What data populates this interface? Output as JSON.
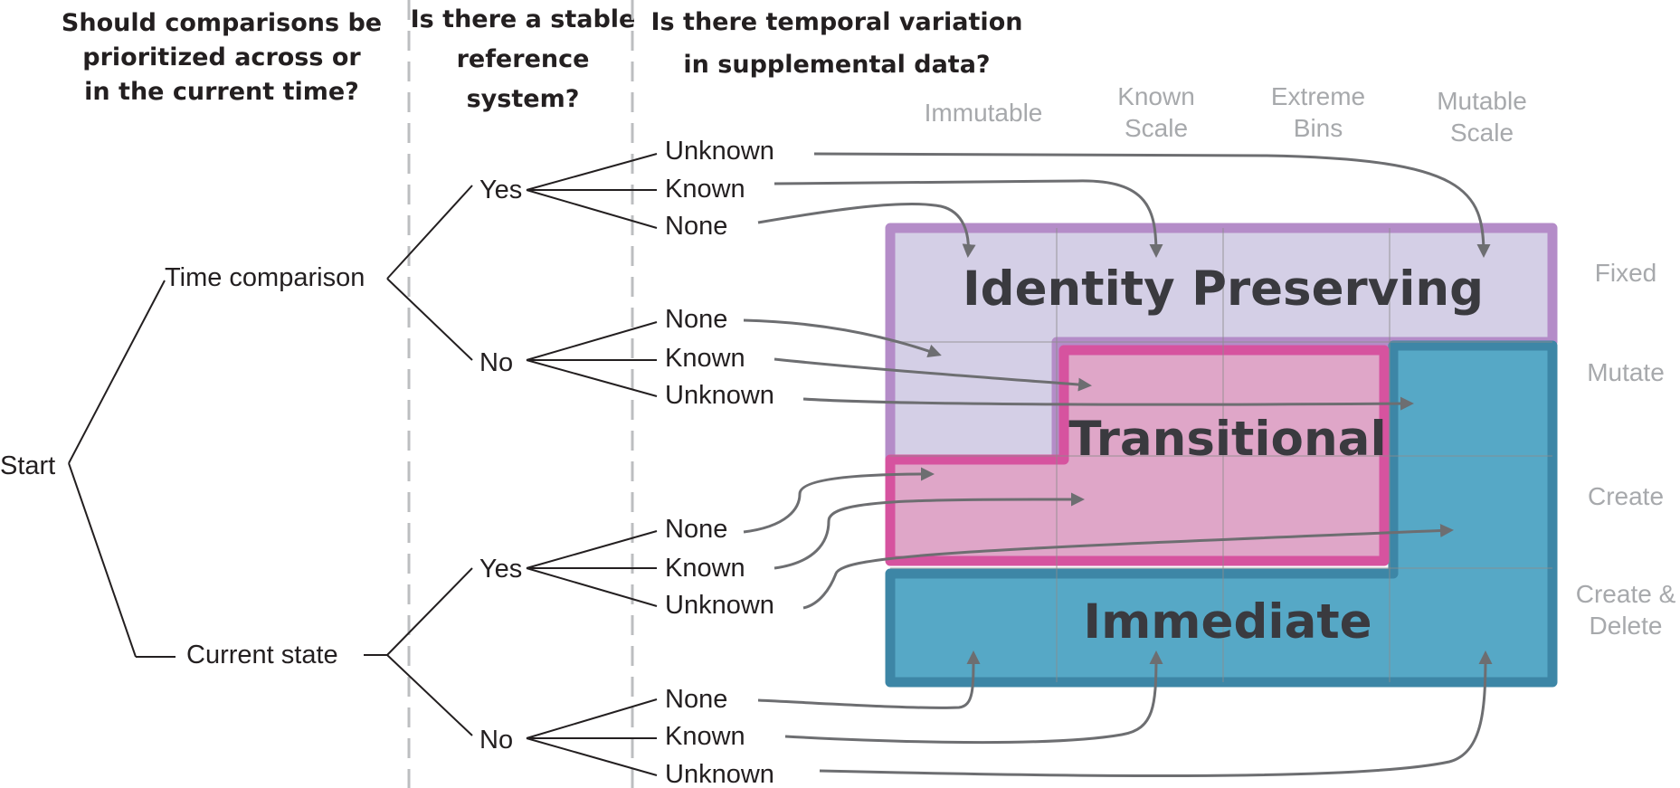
{
  "questions": {
    "q1": [
      "Should comparisons be",
      "prioritized across or",
      "in the current time?"
    ],
    "q2": [
      "Is there a stable",
      "reference",
      "system?"
    ],
    "q3": [
      "Is there temporal variation",
      "in supplemental data?"
    ]
  },
  "tree": {
    "start": "Start",
    "time_comparison": "Time comparison",
    "current_state": "Current state",
    "yes": "Yes",
    "no": "No"
  },
  "supplemental": {
    "unknown": "Unknown",
    "known": "Known",
    "none": "None"
  },
  "columns": [
    [
      "Immutable"
    ],
    [
      "Known",
      "Scale"
    ],
    [
      "Extreme",
      "Bins"
    ],
    [
      "Mutable",
      "Scale"
    ]
  ],
  "rows": [
    [
      "Fixed"
    ],
    [
      "Mutate"
    ],
    [
      "Create"
    ],
    [
      "Create &",
      "Delete"
    ]
  ],
  "regions": {
    "identity": "Identity Preserving",
    "transitional": "Transitional",
    "immediate": "Immediate"
  },
  "colors": {
    "identity_fill": "#d4cfe6",
    "identity_border": "#b48cc8",
    "transitional_fill": "#dfa6c8",
    "transitional_border": "#d6539f",
    "immediate_fill": "#56a8c6",
    "immediate_border": "#3d86a6",
    "arrow": "#6d6e71",
    "muted_text": "#a7a9ac"
  }
}
